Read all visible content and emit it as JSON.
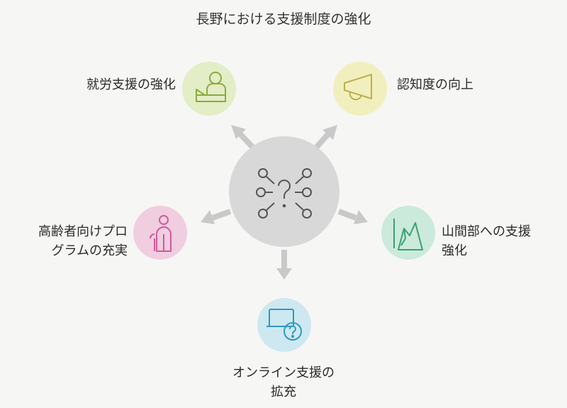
{
  "title": "長野における支援制度の強化",
  "center": {
    "icon": "question-network-icon",
    "color": "#d9d8d8"
  },
  "nodes": [
    {
      "id": "employment",
      "label": "就労支援の強化",
      "icon": "employment-support-icon",
      "bg": "#e3edc6",
      "stroke": "#8aab3f"
    },
    {
      "id": "awareness",
      "label": "認知度の向上",
      "icon": "megaphone-icon",
      "bg": "#f2efbe",
      "stroke": "#b8b14a"
    },
    {
      "id": "elderly",
      "label": "高齢者向けプロ\nグラムの充実",
      "icon": "elderly-person-icon",
      "bg": "#f1cde0",
      "stroke": "#cf5a9b"
    },
    {
      "id": "mountain",
      "label": "山間部への支援\n強化",
      "icon": "mountain-icon",
      "bg": "#cbeadb",
      "stroke": "#3aa171"
    },
    {
      "id": "online",
      "label": "オンライン支援の\n拡充",
      "icon": "laptop-question-icon",
      "bg": "#cde8f1",
      "stroke": "#2f99c0"
    }
  ],
  "arrow_color": "#c9c9c9"
}
